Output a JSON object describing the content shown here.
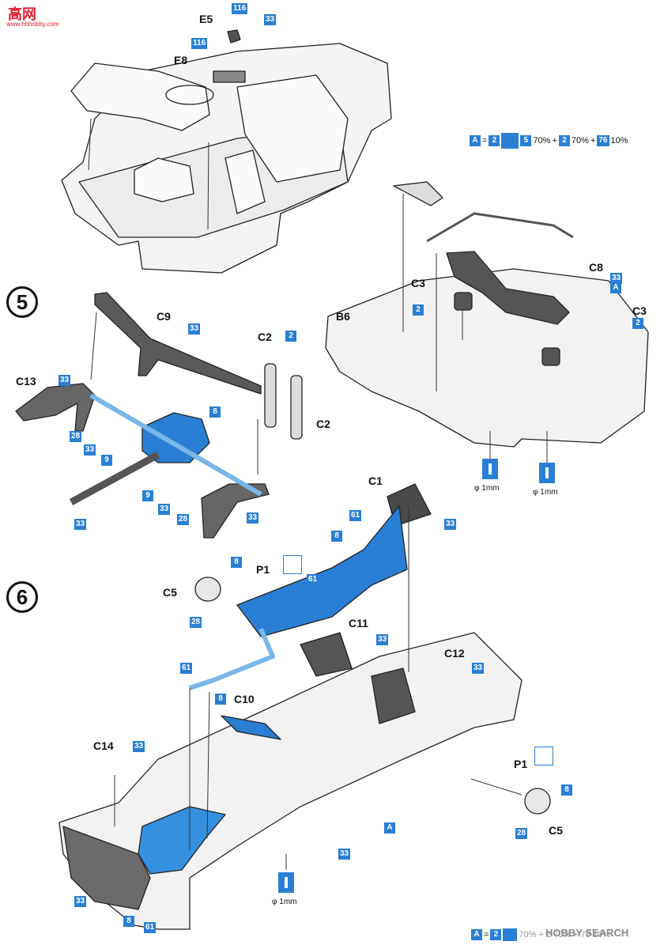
{
  "watermark": {
    "top": "高",
    "top2": "网",
    "site": "www.hbhobby.com",
    "bottom": "HOBBY SEARCH"
  },
  "steps": {
    "five": "5",
    "six": "6"
  },
  "formula": {
    "a_label": "A",
    "eq": "=",
    "n2": "2",
    "n5": "5",
    "p70a": "70%",
    "plus": "+",
    "p70b": "70%",
    "n76": "76",
    "p10": "10%"
  },
  "formula_bottom": {
    "a_label": "A",
    "eq": "=",
    "n2": "2",
    "rest": "70% + 2 70% + 76 10%"
  },
  "labels": {
    "e5": "E5",
    "e8": "E8",
    "c9": "C9",
    "c13": "C13",
    "c2a": "C2",
    "c2b": "C2",
    "c3a": "C3",
    "c3b": "C3",
    "c8": "C8",
    "b6": "B6",
    "c1": "C1",
    "p1a": "P1",
    "c5a": "C5",
    "c11": "C11",
    "c12": "C12",
    "c10": "C10",
    "c14": "C14",
    "p1b": "P1",
    "c5b": "C5",
    "a1": "A",
    "a2": "A"
  },
  "nums": {
    "n116a": "116",
    "n33a": "33",
    "n116b": "116",
    "n33c9": "33",
    "n33c13": "33",
    "n2c2": "2",
    "n8a": "8",
    "n28a": "28",
    "n33b": "33",
    "n9a": "9",
    "n9b": "9",
    "n33d": "33",
    "n28b": "28",
    "n33e": "33",
    "n33f": "33",
    "n33c8": "33",
    "n2c3a": "2",
    "n2c3b": "2",
    "n61a": "61",
    "n8b": "8",
    "n33c1": "33",
    "n8c5": "8",
    "n61b": "61",
    "n28c5": "28",
    "n33c11": "33",
    "n33c12": "33",
    "n61c": "61",
    "n8c10": "8",
    "n33c14": "33",
    "n33g": "33",
    "n8d": "8",
    "n61d": "61",
    "n8e": "8",
    "n28e": "28",
    "n33h": "33"
  },
  "drill": {
    "d1": "φ 1mm",
    "d2": "φ 1mm",
    "d3": "φ 1mm"
  }
}
